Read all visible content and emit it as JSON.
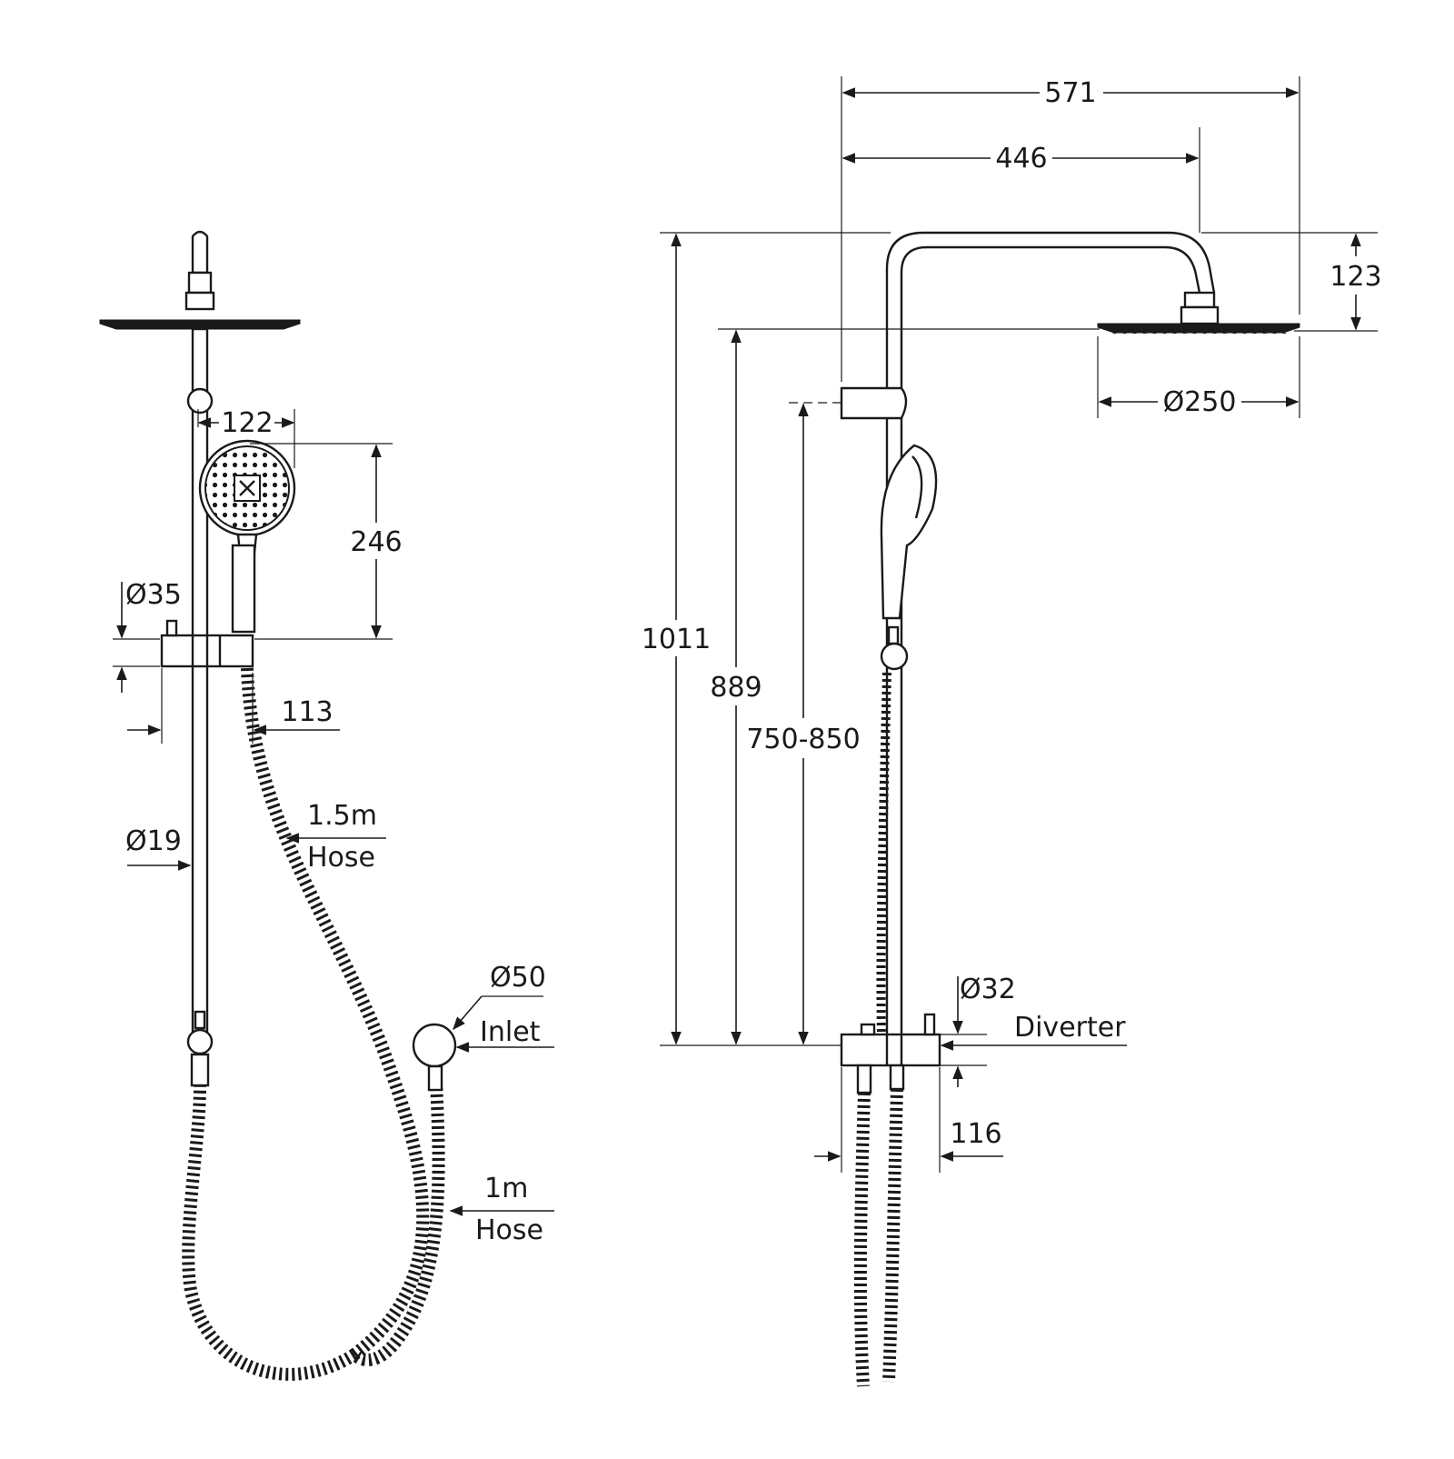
{
  "front_view": {
    "dim_handshower_width": "122",
    "dim_handshower_height": "246",
    "dim_slider_diameter": "Ø35",
    "dim_slider_offset": "113",
    "dim_rail_diameter": "Ø19",
    "hose_upper_length": "1.5m",
    "hose_upper_word": "Hose",
    "inlet_diameter": "Ø50",
    "inlet_label": "Inlet",
    "hose_lower_length": "1m",
    "hose_lower_word": "Hose"
  },
  "side_view": {
    "dim_overall_reach": "571",
    "dim_arm_reach": "446",
    "dim_head_drop": "123",
    "dim_head_diameter": "Ø250",
    "dim_total_height": "1011",
    "dim_head_height": "889",
    "dim_holder_range": "750-850",
    "dim_diverter_diameter": "Ø32",
    "diverter_label": "Diverter",
    "dim_diverter_offset": "116"
  }
}
